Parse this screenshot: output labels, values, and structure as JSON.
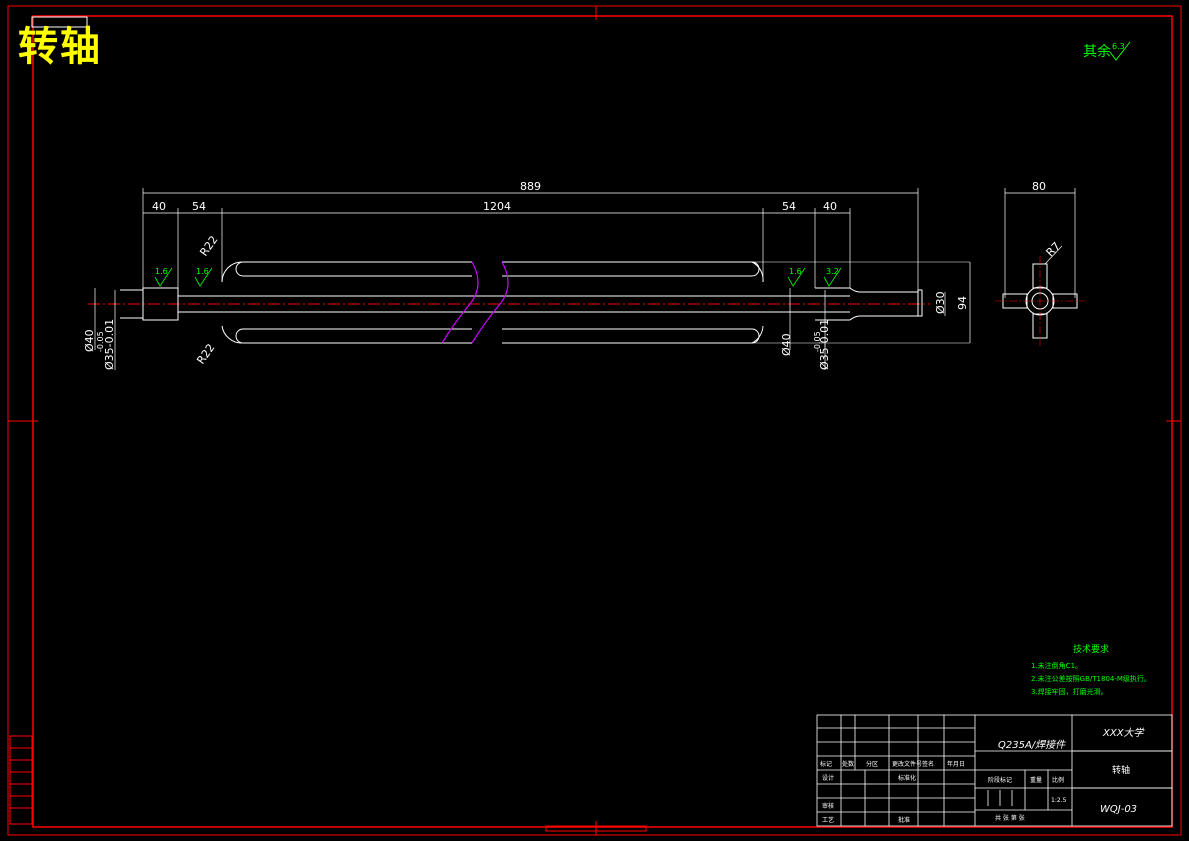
{
  "drawing": {
    "title": "转轴",
    "stamp": "其余",
    "stamp_roughness": "6.3",
    "dimensions": {
      "overall_length": "889",
      "left_end": "40",
      "left_shoulder": "54",
      "body_length": "1204",
      "right_shoulder": "54",
      "right_end": "40",
      "end_view_width": "80",
      "diameter_30": "Ø30",
      "height_94": "94",
      "radius_r7": "R7",
      "radius_r22_top": "R22",
      "radius_r22_bottom": "R22",
      "left_d40": "Ø40",
      "left_d35": "Ø35-0.01",
      "left_d35_tol": "-0.05",
      "right_d40": "Ø40",
      "right_d35": "Ø35-0.01",
      "right_d35_tol": "-0.05"
    },
    "roughness": {
      "r1": "1.6",
      "r2": "1.6",
      "r3": "1.6",
      "r4": "3.2"
    }
  },
  "tech_requirements": {
    "heading": "技术要求",
    "lines": [
      "1.未注倒角C1。",
      "2.未注公差按照GB/T1804-M级执行。",
      "3.焊接牢固，打磨光滑。"
    ]
  },
  "title_block": {
    "material": "Q235A/焊接件",
    "school": "XXX大学",
    "part_name": "转轴",
    "drawing_no": "WQJ-03",
    "scale": "1:2.5",
    "labels": {
      "mark": "标记",
      "count": "处数",
      "zone": "分区",
      "change_doc": "更改文件号",
      "sign": "签名",
      "date": "年月日",
      "design": "设计",
      "standardize": "标准化",
      "stage_mark": "阶段标记",
      "weight": "重量",
      "ratio": "比例",
      "review": "审核",
      "process": "工艺",
      "approve": "批准",
      "sheets": "共 张 第 张"
    }
  },
  "colors": {
    "frame": "#ff0000",
    "drawing": "#ffffff",
    "annotation": "#00ff00",
    "title": "#ffff00",
    "break": "#cc00ff"
  }
}
